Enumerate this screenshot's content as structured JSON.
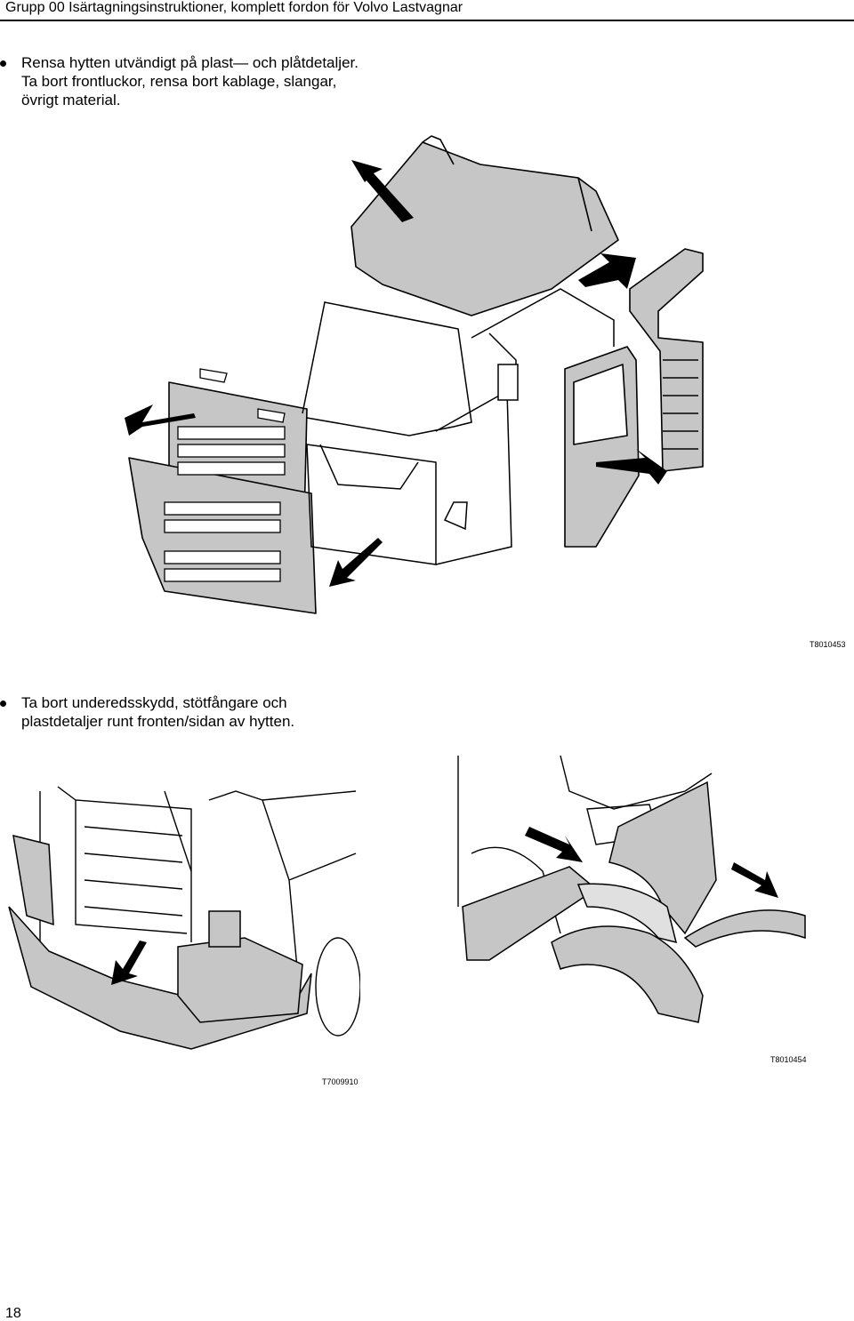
{
  "header": {
    "title": "Grupp 00 Isärtagningsinstruktioner, komplett fordon för Volvo Lastvagnar"
  },
  "sections": [
    {
      "text": "Rensa hytten utvändigt på plast— och plåtdetaljer.\nTa bort frontluckor, rensa bort kablage, slangar,\növrigt material."
    },
    {
      "text": "Ta bort underedsskydd, stötfångare och\nplastdetaljer runt fronten/sidan av hytten."
    }
  ],
  "figures": {
    "top": {
      "code": "T8010453"
    },
    "bottom_left": {
      "code": "T7009910"
    },
    "bottom_right": {
      "code": "T8010454"
    }
  },
  "colors": {
    "part_fill": "#c6c6c6",
    "line": "#000000"
  },
  "page": {
    "number": "18"
  }
}
